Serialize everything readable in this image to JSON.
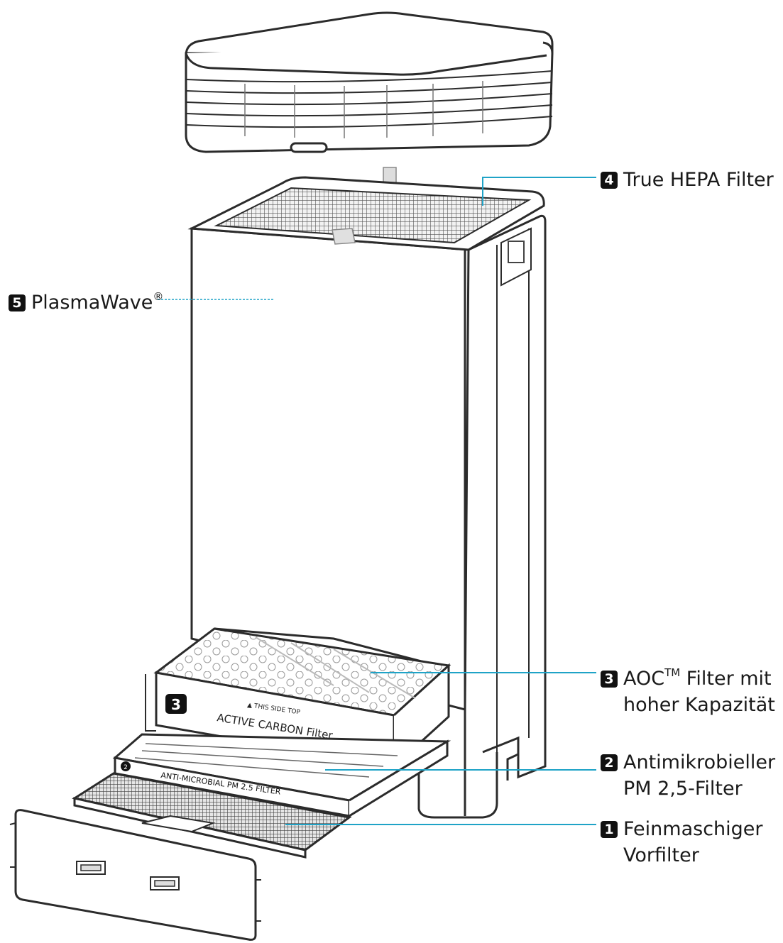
{
  "labels": {
    "hepa": {
      "num": "4",
      "text": "True HEPA Filter"
    },
    "plasma": {
      "num": "5",
      "text": "PlasmaWave",
      "mark": "®"
    },
    "aoc": {
      "num": "3",
      "pre": "AOC",
      "mark": "TM",
      "line1_rest": " Filter mit",
      "line2": "hoher Kapazität"
    },
    "pm": {
      "num": "2",
      "line1": "Antimikrobieller",
      "line2": "PM 2,5-Filter"
    },
    "pre": {
      "num": "1",
      "line1": "Feinmaschiger",
      "line2": "Vorfilter"
    }
  },
  "filter_text": {
    "carbon_badge": "3",
    "carbon_label": "ACTIVE CARBON Filter",
    "carbon_top": "▲ THIS SIDE TOP",
    "pm_badge": "2",
    "pm_label": "ANTI-MICROBIAL PM 2.5 FILTER"
  },
  "colors": {
    "leader": "#1fa3c7",
    "outline": "#2b2b2b"
  },
  "icons": [
    "purifier-top-cover-icon",
    "hepa-filter-icon",
    "carbon-filter-icon",
    "pm-filter-icon",
    "prefilter-icon",
    "front-panel-icon"
  ]
}
